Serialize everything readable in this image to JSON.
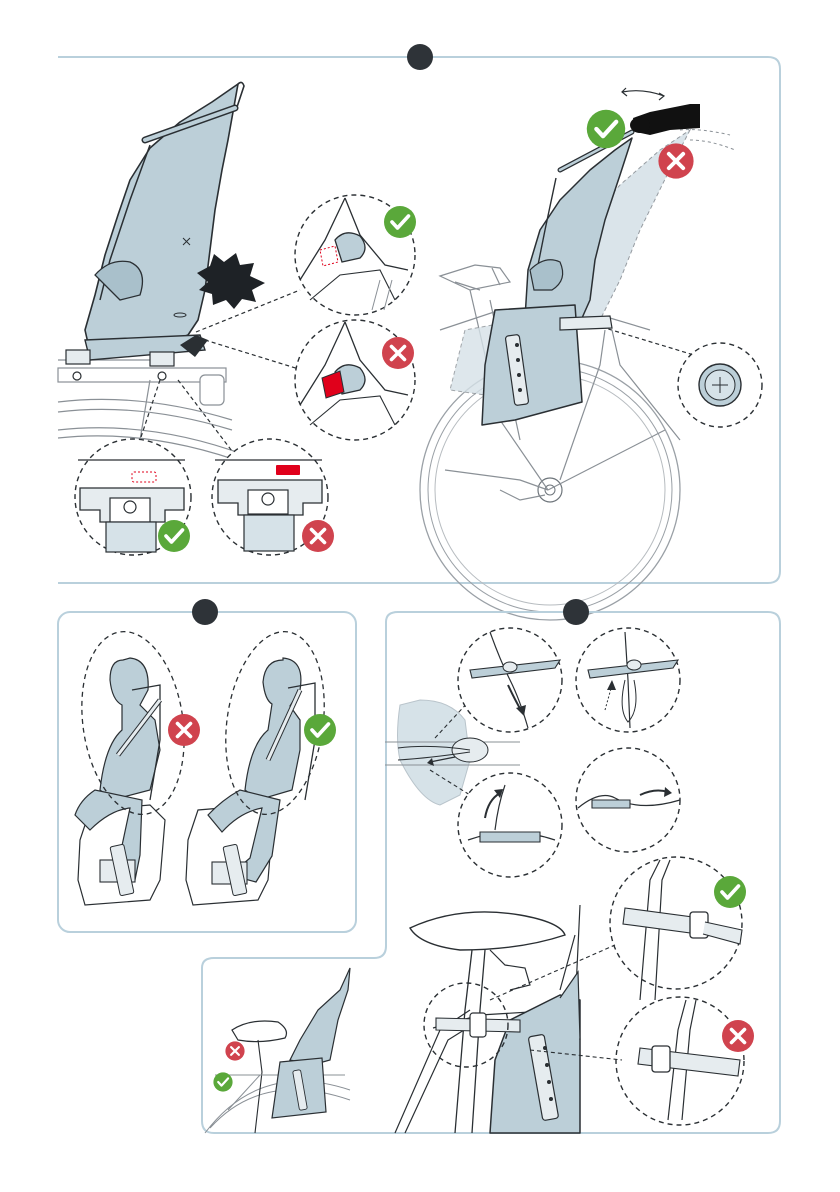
{
  "colors": {
    "panel_border": "#b9d0dc",
    "seat_fill": "#bccfd8",
    "seat_fill_light": "#d6e2e8",
    "line": "#2a2f33",
    "bike_line": "#8a9096",
    "check_green": "#5aa83a",
    "cross_red": "#d0434e",
    "step_badge": "#2e3338",
    "alert_red": "#e0001b",
    "impact_dark": "#1e2226",
    "glove_black": "#111111"
  },
  "icons": {
    "ok": "checkmark-icon",
    "wrong": "cross-icon",
    "step": "step-badge-icon",
    "impact": "impact-burst-icon",
    "move": "double-arrow-icon"
  },
  "panels": [
    {
      "id": "mounting",
      "detail_views": [
        {
          "id": "click-lock-correct",
          "verdict": "ok"
        },
        {
          "id": "click-lock-wrong",
          "verdict": "wrong"
        },
        {
          "id": "indicator-correct",
          "verdict": "ok"
        },
        {
          "id": "indicator-wrong",
          "verdict": "wrong"
        },
        {
          "id": "lean-correct",
          "verdict": "ok"
        },
        {
          "id": "lean-wrong",
          "verdict": "wrong"
        },
        {
          "id": "lock-disc",
          "verdict": "none"
        }
      ]
    },
    {
      "id": "harness-fit",
      "detail_views": [
        {
          "id": "harness-wrong",
          "verdict": "wrong"
        },
        {
          "id": "harness-correct",
          "verdict": "ok"
        }
      ]
    },
    {
      "id": "strap-routing",
      "detail_views": [
        {
          "id": "strap-step-1",
          "verdict": "none"
        },
        {
          "id": "strap-step-2",
          "verdict": "none"
        },
        {
          "id": "strap-step-3",
          "verdict": "none"
        },
        {
          "id": "strap-step-4",
          "verdict": "none"
        },
        {
          "id": "strap-buckle-correct",
          "verdict": "ok"
        },
        {
          "id": "strap-buckle-wrong",
          "verdict": "wrong"
        },
        {
          "id": "seat-height-wrong",
          "verdict": "wrong"
        },
        {
          "id": "seat-height-correct",
          "verdict": "ok"
        }
      ]
    }
  ]
}
